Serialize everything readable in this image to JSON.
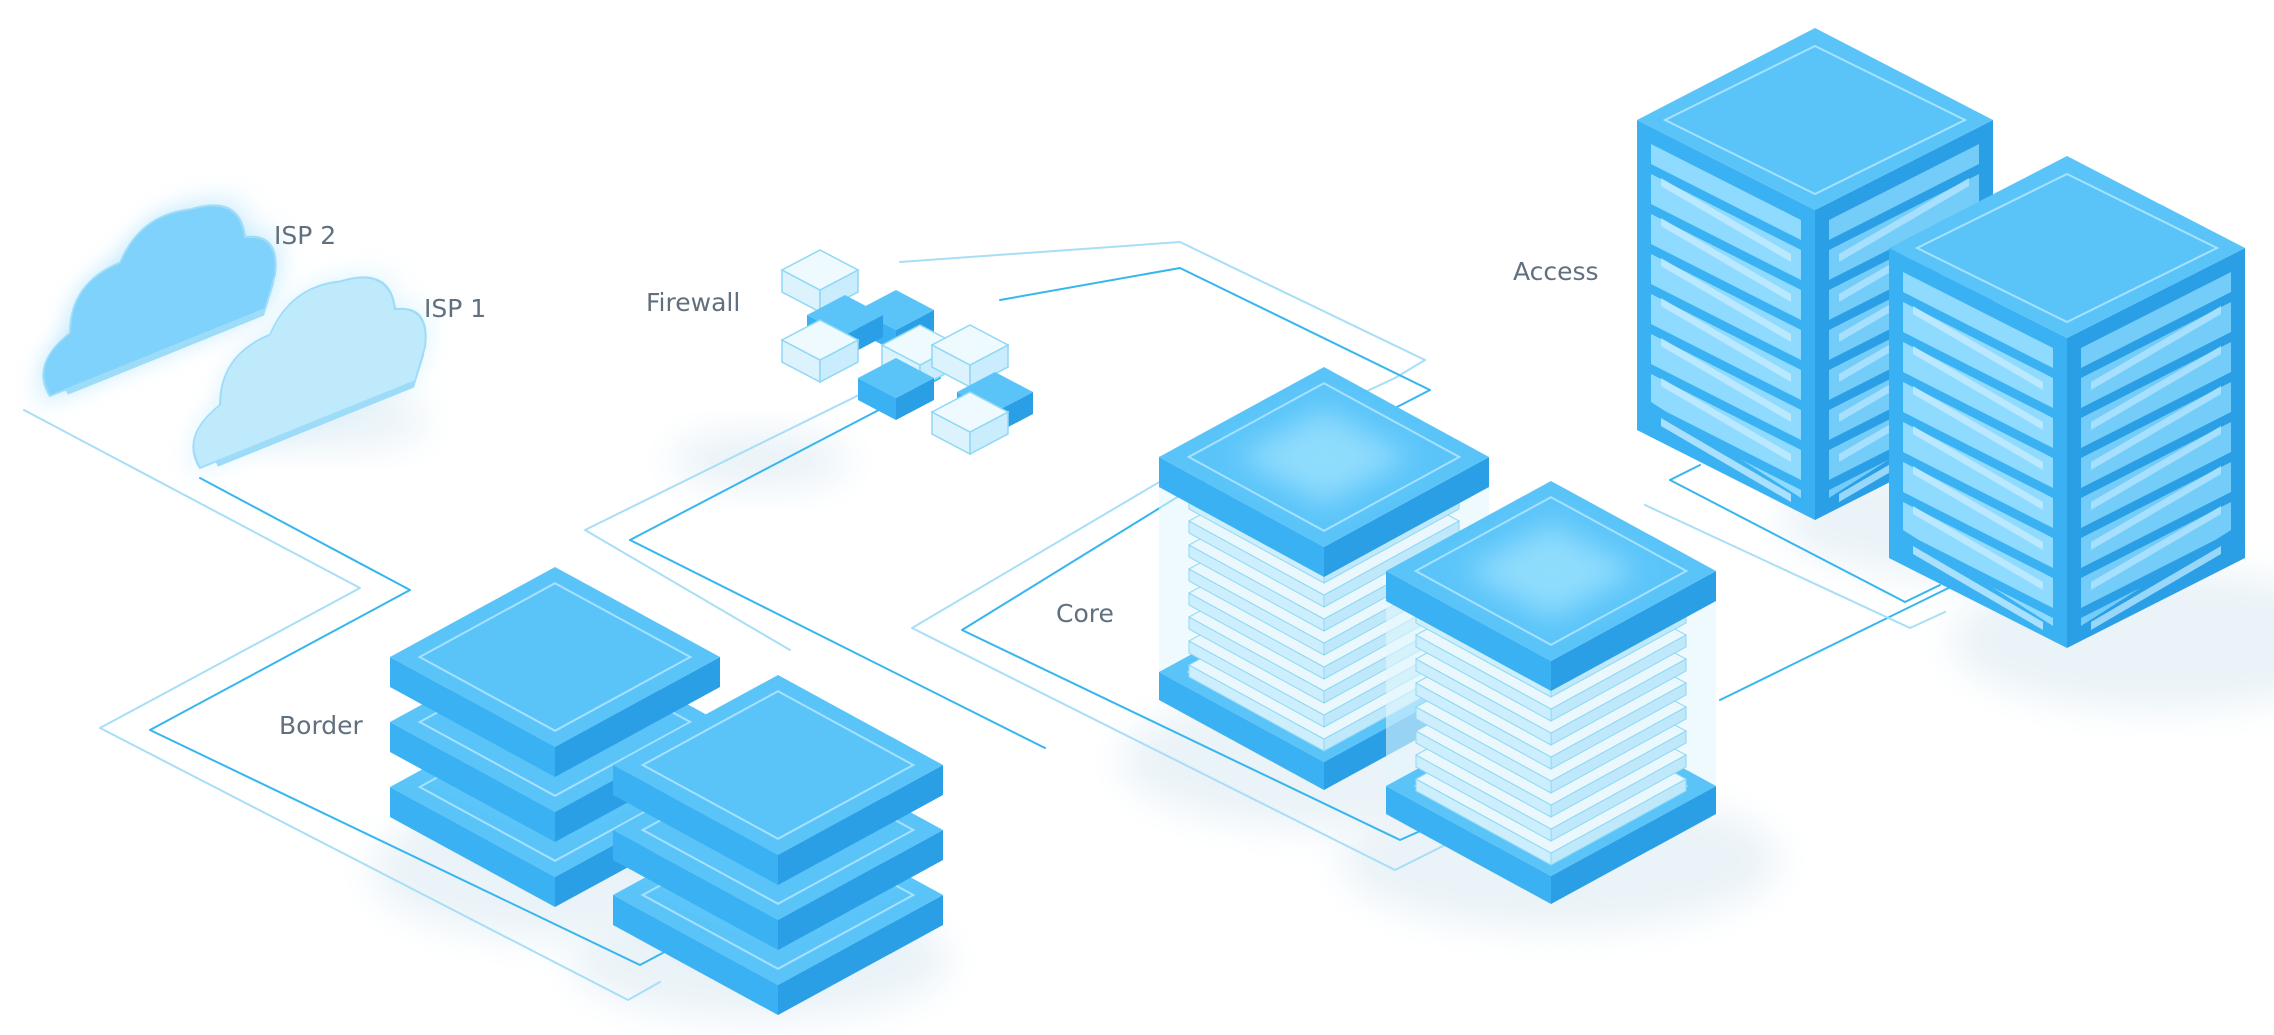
{
  "labels": {
    "isp2": "ISP 2",
    "isp1": "ISP 1",
    "firewall": "Firewall",
    "access": "Access",
    "core": "Core",
    "border": "Border"
  },
  "colors": {
    "device_top": "#5ac4f9",
    "device_left": "#3ab1f2",
    "device_right": "#2a9fe6",
    "device_glow": "#9fe0ff",
    "ghost_fill": "#dcf3fd",
    "ghost_stroke": "#8fd8f5",
    "cloud_dark": "#7fd2fb",
    "cloud_light": "#bfeafc",
    "link_line": "#37b6ee",
    "link_line_soft": "#a8def6",
    "shadow": "#eaf3f8",
    "label": "#61707f"
  }
}
